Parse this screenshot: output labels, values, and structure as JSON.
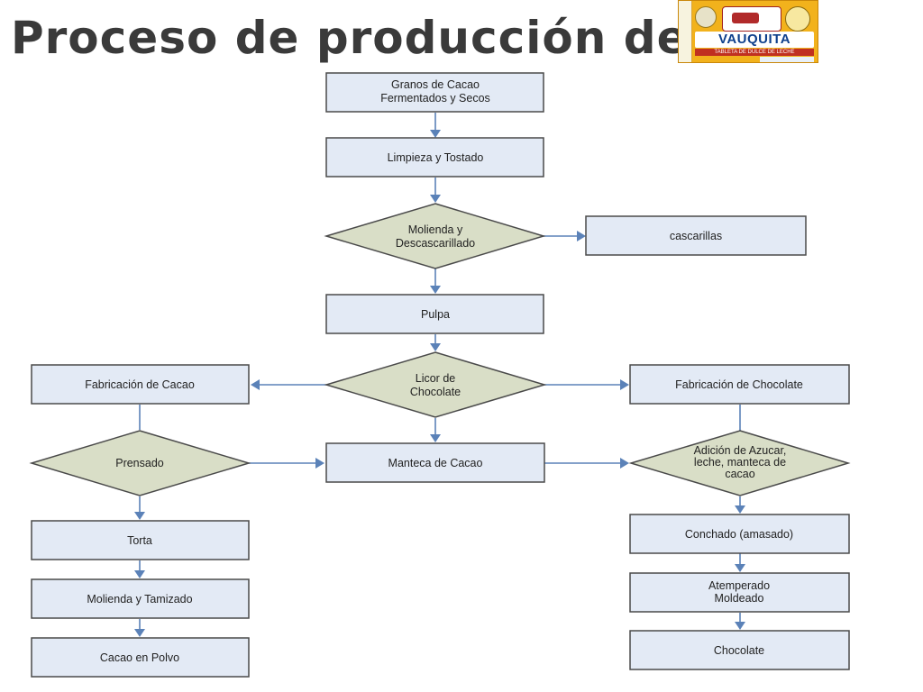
{
  "title": "Proceso de producción de",
  "logo": {
    "brand": "VAUQUITA",
    "subtitle": "TABLETA DE DULCE DE LECHE"
  },
  "nodes": {
    "granos": {
      "label": [
        "Granos de Cacao",
        "Fermentados y Secos"
      ]
    },
    "limpieza": {
      "label": [
        "Limpieza y Tostado"
      ]
    },
    "molienda": {
      "label": [
        "Molienda y",
        "Descascarillado"
      ]
    },
    "cascarillas": {
      "label": [
        "cascarillas"
      ]
    },
    "pulpa": {
      "label": [
        "Pulpa"
      ]
    },
    "licor": {
      "label": [
        "Licor de",
        "Chocolate"
      ]
    },
    "fab_cacao": {
      "label": [
        "Fabricación de Cacao"
      ]
    },
    "fab_choc": {
      "label": [
        "Fabricación de Chocolate"
      ]
    },
    "prensado": {
      "label": [
        "Prensado"
      ]
    },
    "manteca": {
      "label": [
        "Manteca de Cacao"
      ]
    },
    "adicion": {
      "label": [
        "Adición de Azucar,",
        "leche, manteca de",
        "cacao"
      ]
    },
    "torta": {
      "label": [
        "Torta"
      ]
    },
    "molienda2": {
      "label": [
        "Molienda y Tamizado"
      ]
    },
    "cacao_polvo": {
      "label": [
        "Cacao en Polvo"
      ]
    },
    "conchado": {
      "label": [
        "Conchado (amasado)"
      ]
    },
    "atemperado": {
      "label": [
        "Atemperado",
        "Moldeado"
      ]
    },
    "chocolate": {
      "label": [
        "Chocolate"
      ]
    }
  },
  "colors": {
    "rect_fill": "#e3eaf5",
    "diamond_fill": "#d9dec7",
    "edge": "#5b82b8",
    "title": "#3a3a3a"
  }
}
